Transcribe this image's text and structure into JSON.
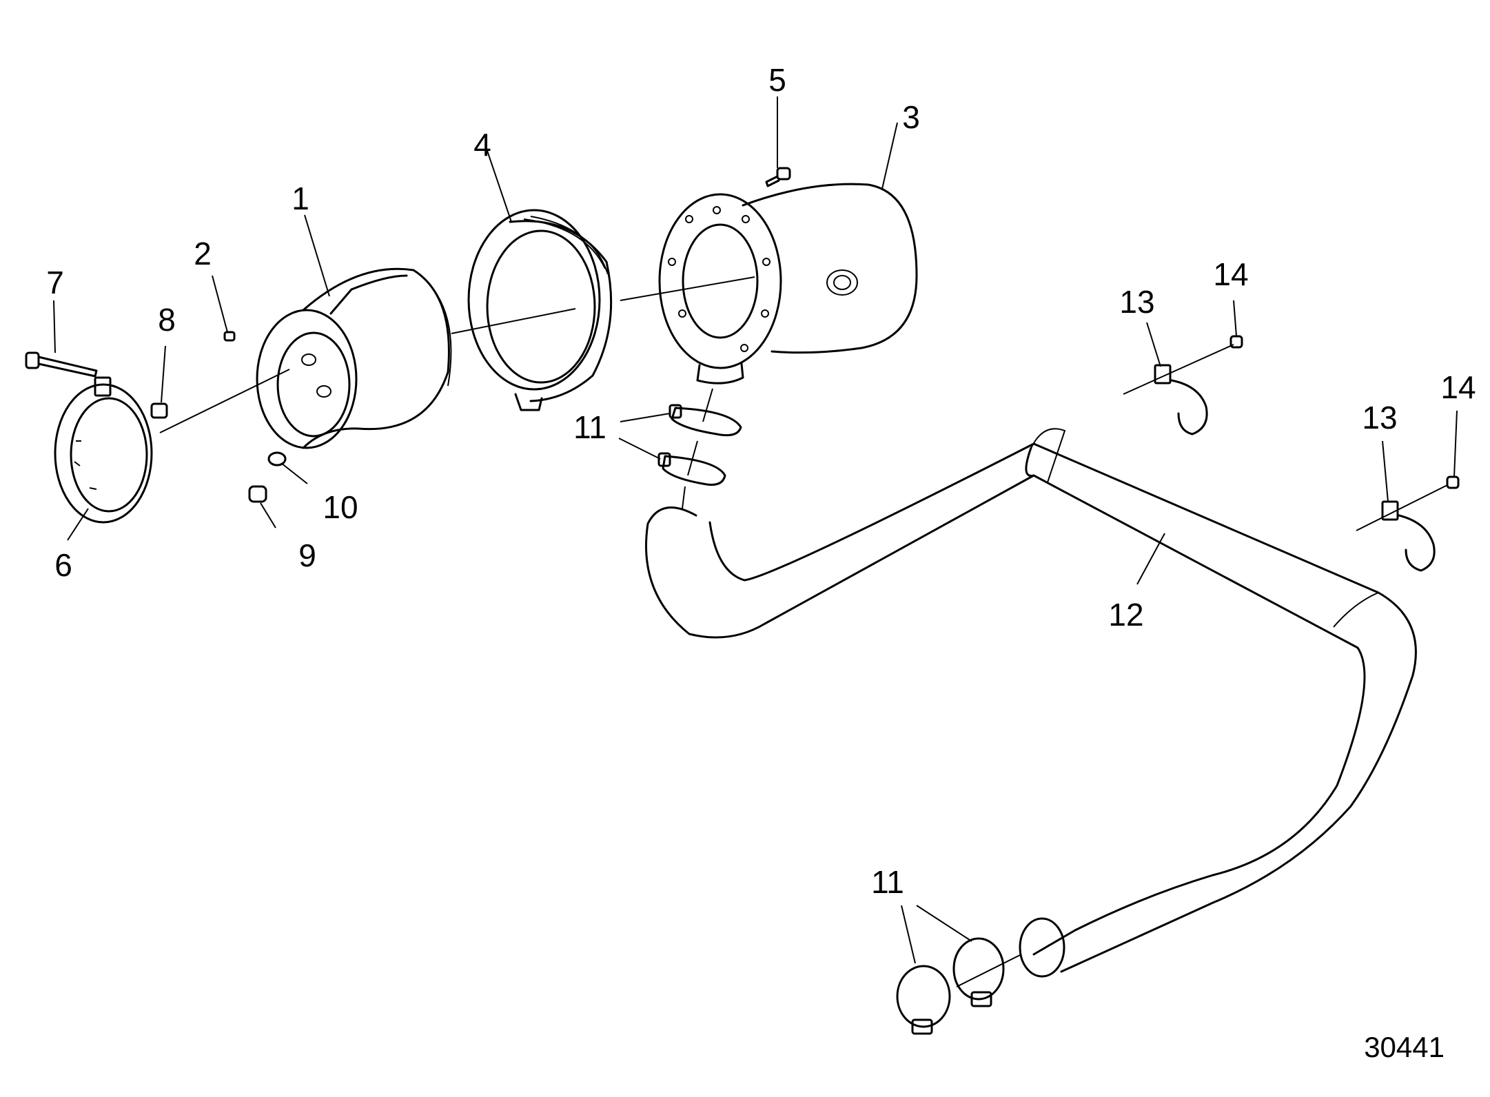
{
  "callouts": [
    {
      "id": "c1",
      "text": "1"
    },
    {
      "id": "c2",
      "text": "2"
    },
    {
      "id": "c3",
      "text": "3"
    },
    {
      "id": "c4",
      "text": "4"
    },
    {
      "id": "c5",
      "text": "5"
    },
    {
      "id": "c6",
      "text": "6"
    },
    {
      "id": "c7",
      "text": "7"
    },
    {
      "id": "c8",
      "text": "8"
    },
    {
      "id": "c9",
      "text": "9"
    },
    {
      "id": "c10",
      "text": "10"
    },
    {
      "id": "c11a",
      "text": "11"
    },
    {
      "id": "c11b",
      "text": "11"
    },
    {
      "id": "c12",
      "text": "12"
    },
    {
      "id": "c13a",
      "text": "13"
    },
    {
      "id": "c13b",
      "text": "13"
    },
    {
      "id": "c14a",
      "text": "14"
    },
    {
      "id": "c14b",
      "text": "14"
    }
  ],
  "reference_number": "30441"
}
